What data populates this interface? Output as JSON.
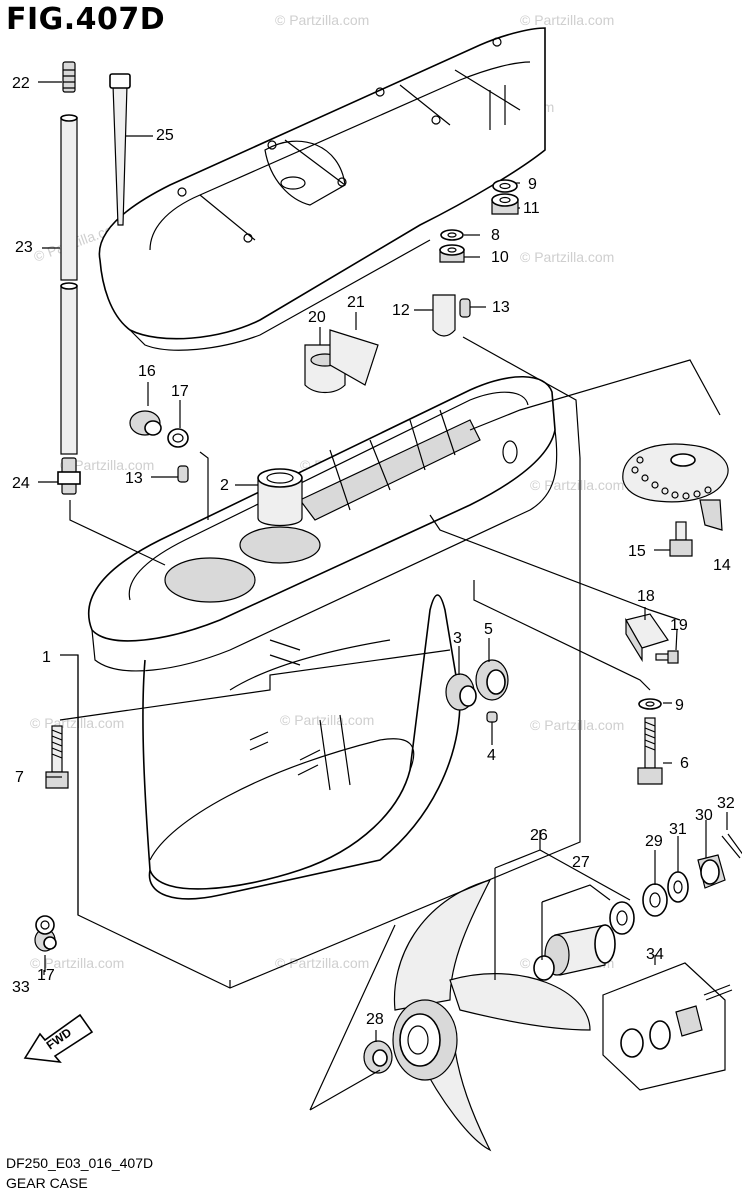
{
  "figure": {
    "title": "FIG.407D",
    "code": "DF250_E03_016_407D",
    "name": "GEAR CASE",
    "direction_label": "FWD",
    "watermark": "© Partzilla.com"
  },
  "callouts": [
    "1",
    "2",
    "3",
    "4",
    "5",
    "6",
    "7",
    "8",
    "9",
    "10",
    "11",
    "12",
    "13",
    "14",
    "15",
    "16",
    "17",
    "18",
    "19",
    "20",
    "21",
    "22",
    "23",
    "24",
    "25",
    "26",
    "27",
    "28",
    "29",
    "30",
    "31",
    "32",
    "33",
    "34"
  ]
}
